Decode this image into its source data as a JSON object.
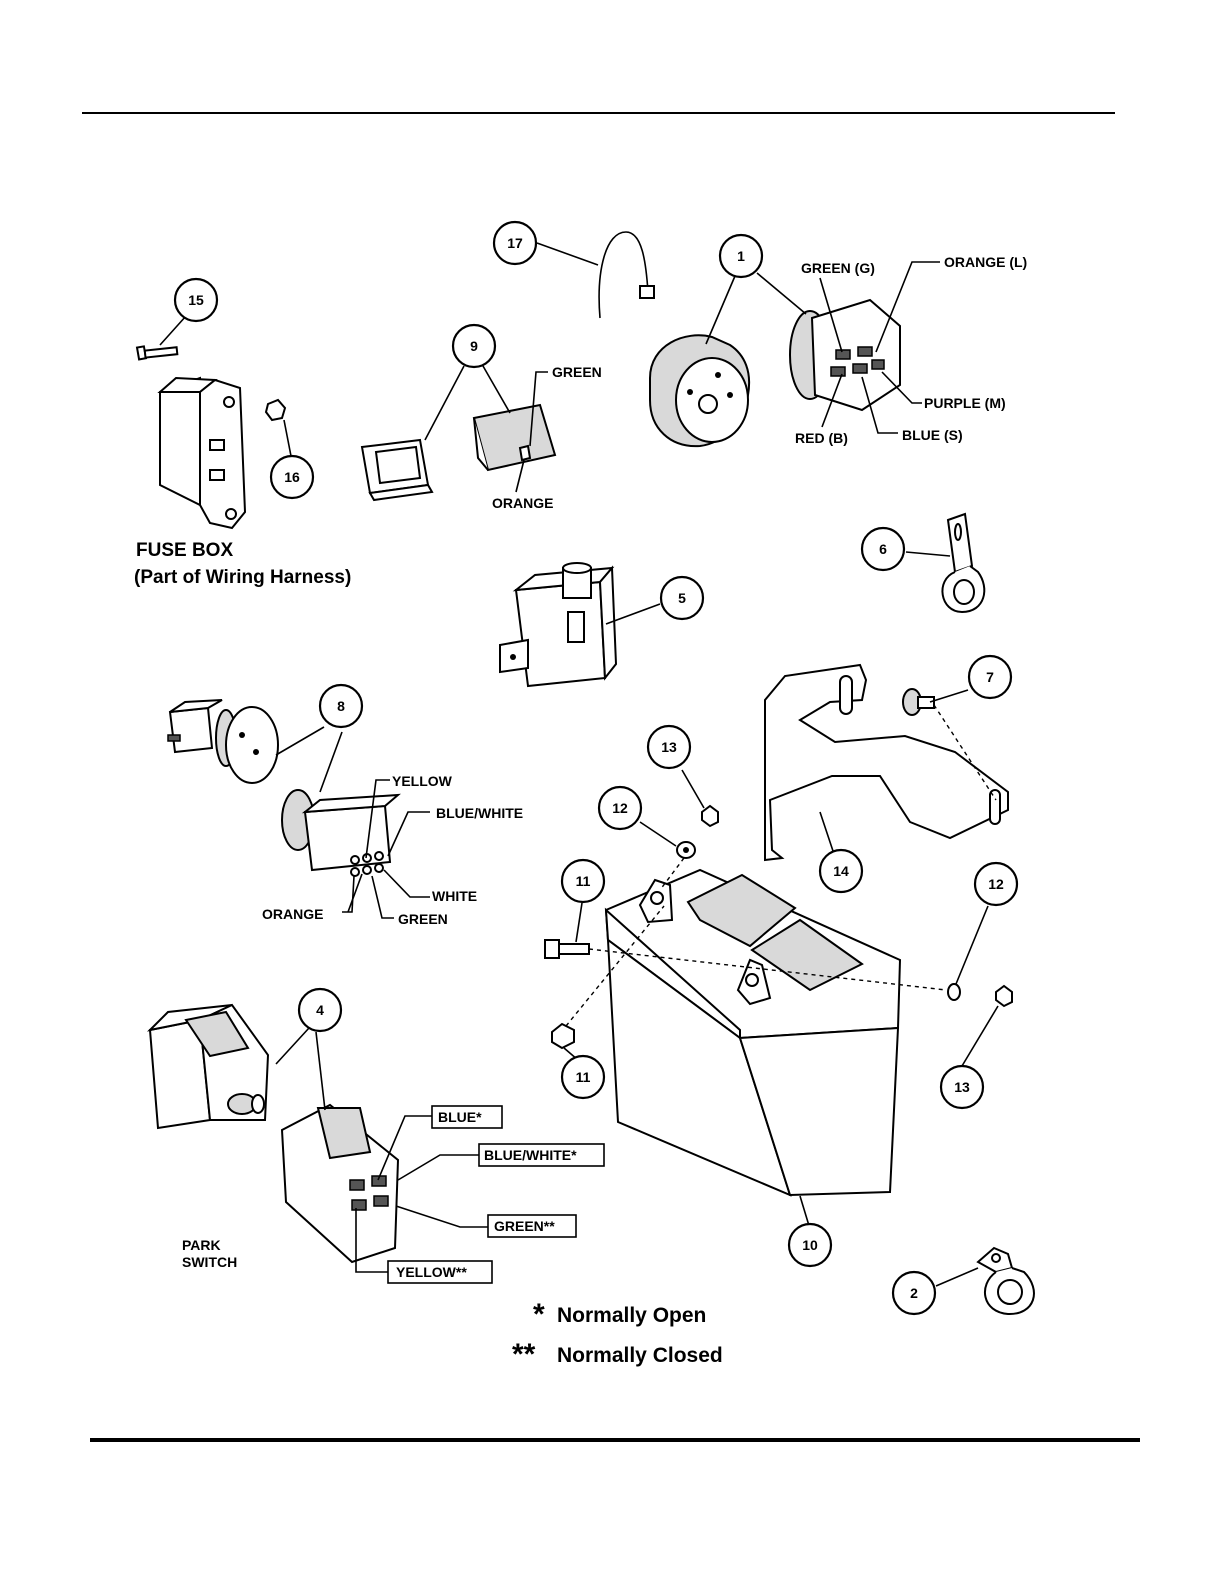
{
  "callouts": {
    "c1": "1",
    "c2": "2",
    "c4": "4",
    "c5": "5",
    "c6": "6",
    "c7": "7",
    "c8": "8",
    "c9": "9",
    "c10": "10",
    "c11a": "11",
    "c11b": "11",
    "c12a": "12",
    "c12b": "12",
    "c13a": "13",
    "c13b": "13",
    "c14": "14",
    "c15": "15",
    "c16": "16",
    "c17": "17"
  },
  "ignition_switch": {
    "green": "GREEN (G)",
    "orange": "ORANGE (L)",
    "purple": "PURPLE (M)",
    "red": "RED (B)",
    "blue": "BLUE (S)"
  },
  "hour_meter": {
    "green": "GREEN",
    "orange": "ORANGE"
  },
  "fuse_box": {
    "title": "FUSE BOX",
    "subtitle": "(Part of Wiring Harness)"
  },
  "switch_8": {
    "yellow": "YELLOW",
    "blue_white": "BLUE/WHITE",
    "white": "WHITE",
    "orange": "ORANGE",
    "green": "GREEN"
  },
  "park_switch": {
    "label_line1": "PARK",
    "label_line2": "SWITCH",
    "blue": "BLUE*",
    "blue_white": "BLUE/WHITE*",
    "green": "GREEN**",
    "yellow": "YELLOW**"
  },
  "legend": {
    "single_star": "*",
    "normally_open": "Normally Open",
    "double_star": "**",
    "normally_closed": "Normally Closed"
  }
}
